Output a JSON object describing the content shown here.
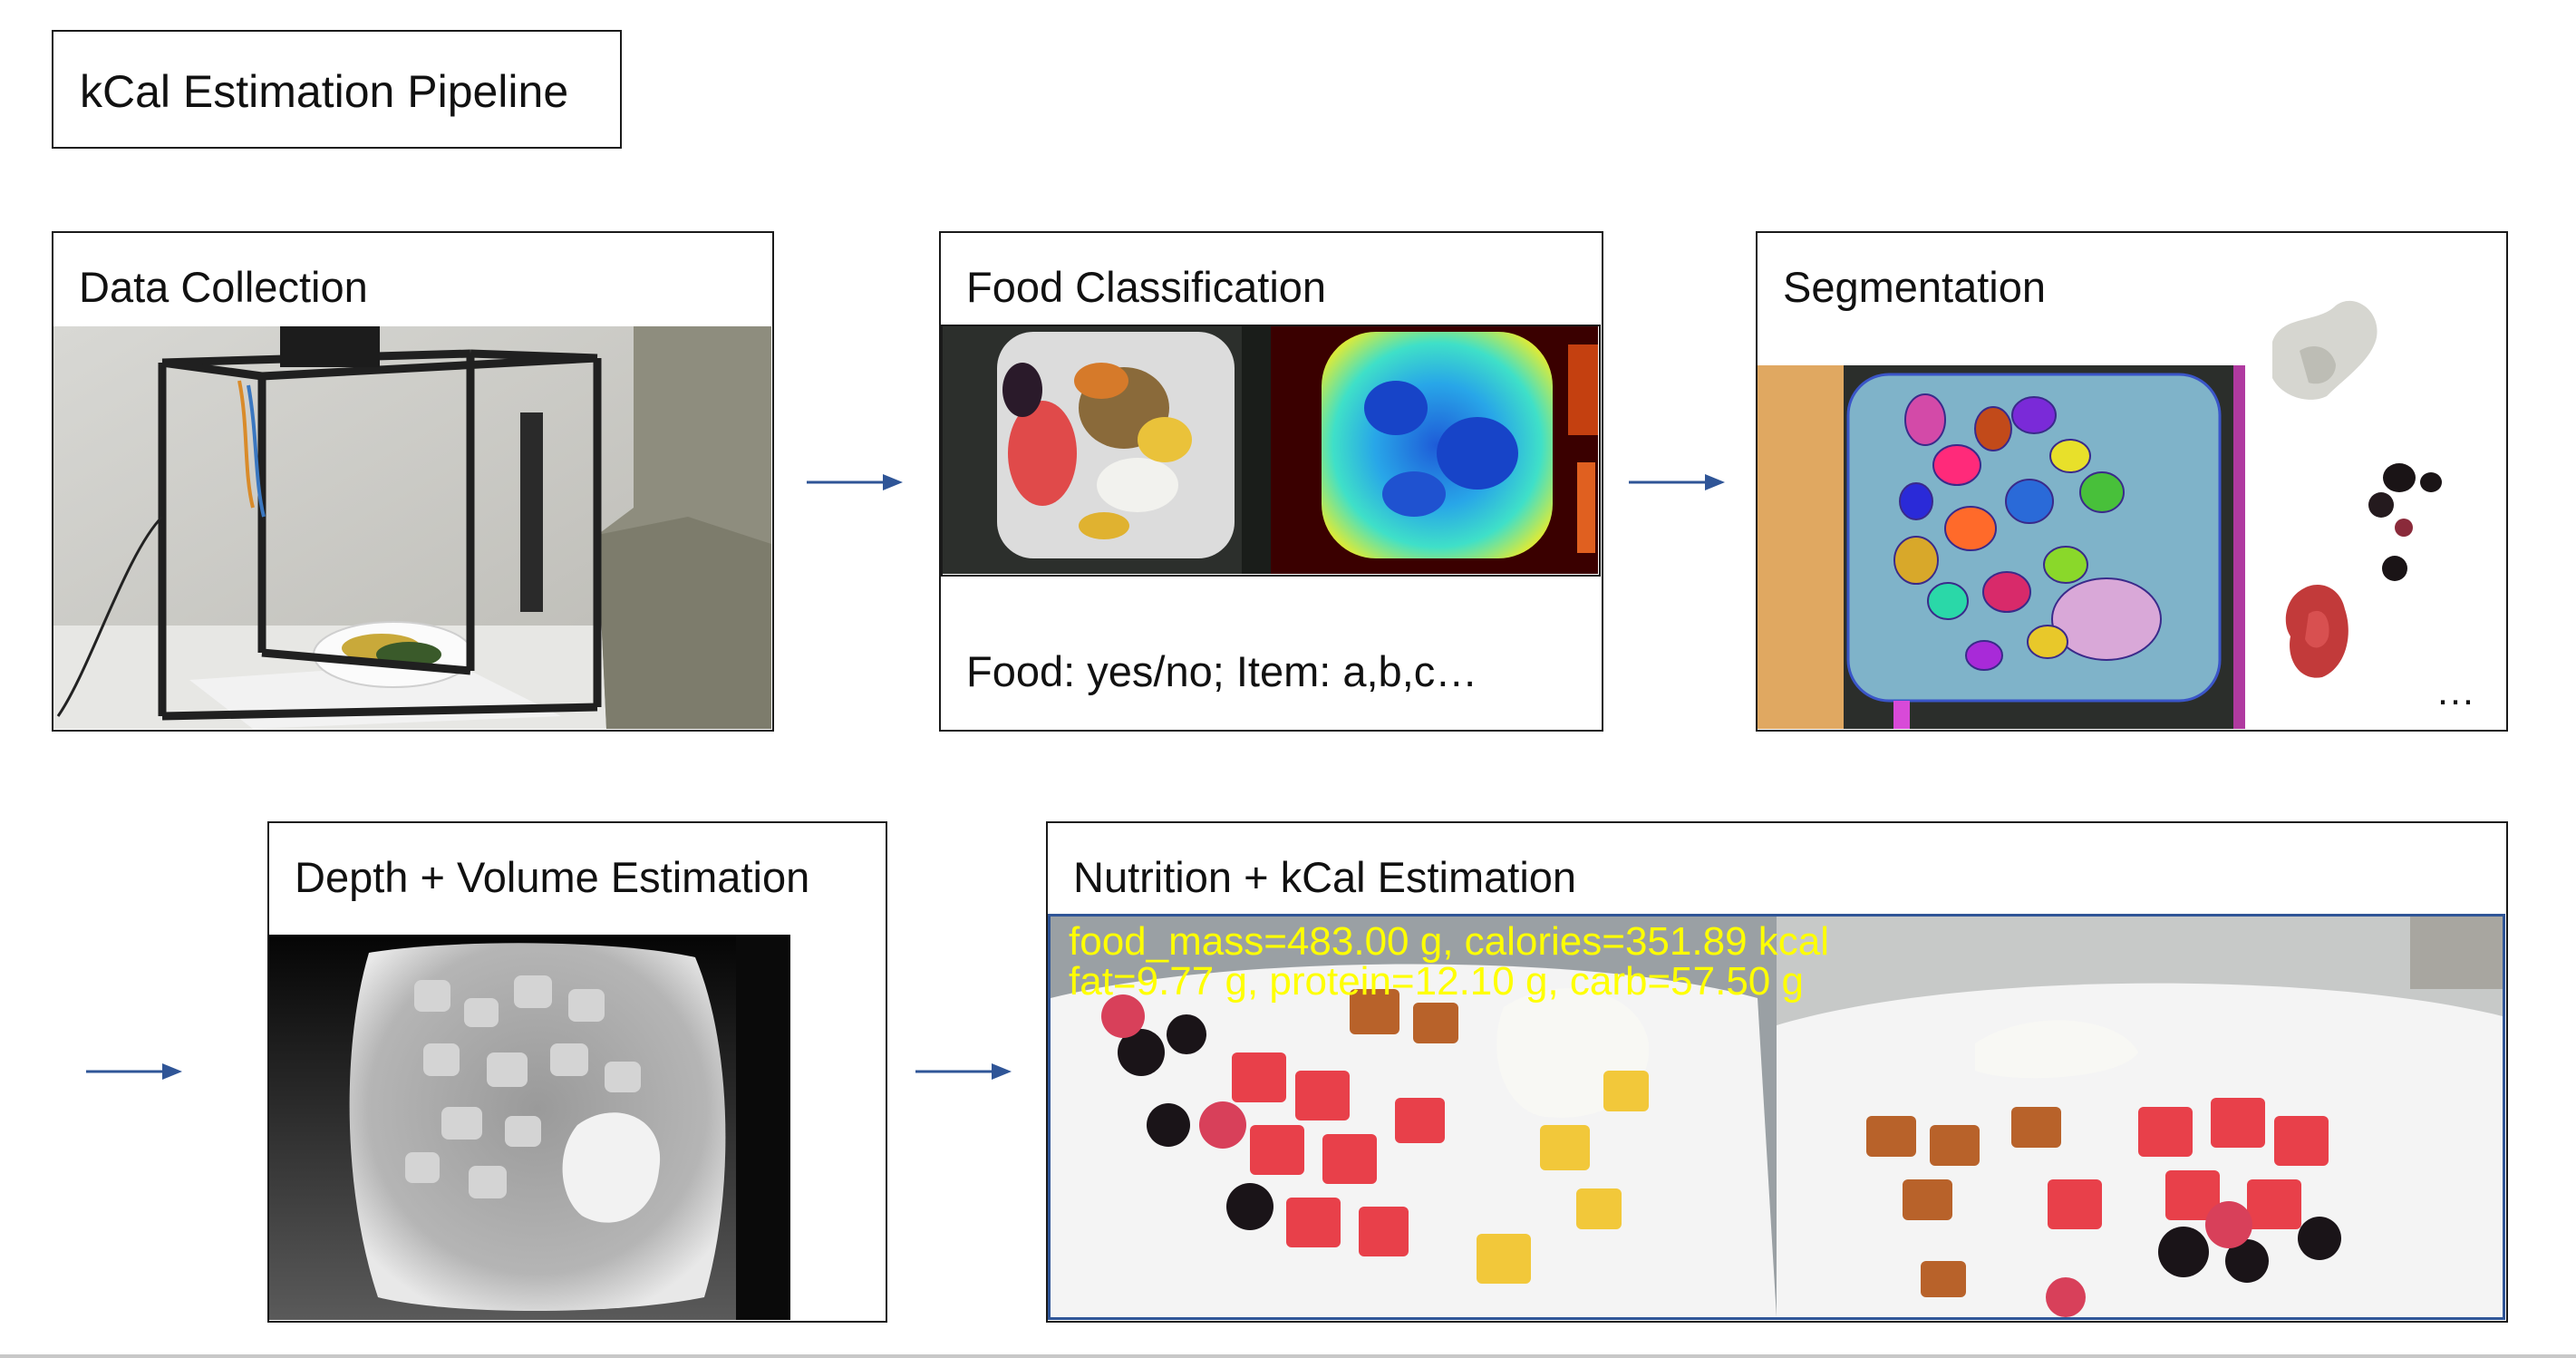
{
  "title": "kCal Estimation Pipeline",
  "stages": {
    "data_collection": {
      "label": "Data Collection"
    },
    "food_classification": {
      "label": "Food Classification",
      "caption": "Food: yes/no; Item: a,b,c…"
    },
    "segmentation": {
      "label": "Segmentation",
      "ellipsis": "…"
    },
    "depth_volume": {
      "label": "Depth + Volume Estimation"
    },
    "nutrition": {
      "label": "Nutrition + kCal Estimation",
      "overlay_line1": "food_mass=483.00 g, calories=351.89 kcal",
      "overlay_line2": "fat=9.77 g, protein=12.10 g, carb=57.50 g"
    }
  },
  "colors": {
    "arrow": "#2f5597",
    "overlay_text": "#ffff00",
    "border": "#1a1a1a",
    "nutrition_border": "#2f5597"
  }
}
